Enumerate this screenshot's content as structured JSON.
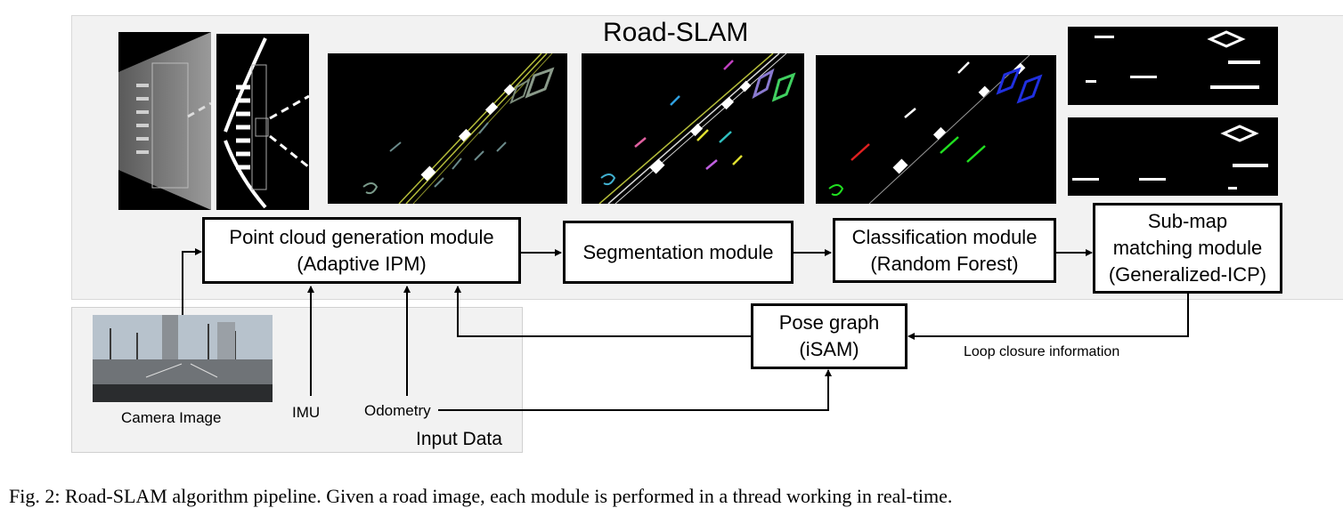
{
  "title": "Road-SLAM",
  "modules": {
    "point_cloud": [
      "Point cloud generation module",
      "(Adaptive IPM)"
    ],
    "segmentation": [
      "Segmentation module"
    ],
    "classification": [
      "Classification module",
      "(Random Forest)"
    ],
    "submap": [
      "Sub-map",
      "matching module",
      "(Generalized-ICP)"
    ],
    "pose_graph": [
      "Pose graph",
      "(iSAM)"
    ]
  },
  "inputs": {
    "camera": "Camera Image",
    "imu": "IMU",
    "odometry": "Odometry",
    "panel_label": "Input Data"
  },
  "loop_closure": "Loop closure information",
  "caption": "Fig. 2: Road-SLAM algorithm pipeline. Given a road image, each module is performed in a thread working in real-time."
}
